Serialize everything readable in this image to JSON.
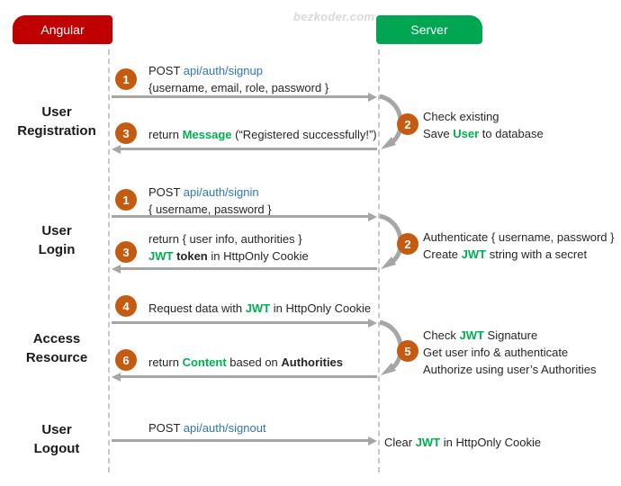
{
  "watermark": "bezkoder.com",
  "actors": {
    "client": "Angular",
    "server": "Server"
  },
  "colors": {
    "client_box": "#C00000",
    "server_box": "#00A651",
    "step_badge": "#C55A11",
    "link_text": "#2E75B6",
    "keyword_green": "#00B050",
    "arrow": "#A6A6A6"
  },
  "sections": [
    {
      "label": {
        "line1": "User",
        "line2": "Registration"
      },
      "request": {
        "step": "1",
        "line1": {
          "pre": "POST ",
          "link": "api/auth/signup"
        },
        "line2": "{username, email, role, password }"
      },
      "server_op": {
        "step": "2",
        "line1": {
          "seg1": "Check existing"
        },
        "line2": {
          "seg1": "Save ",
          "kw": "User",
          "seg2": " to database"
        }
      },
      "response": {
        "step": "3",
        "line1": {
          "seg1": "return ",
          "kw": "Message",
          "seg2": " (“Registered successfully!”)"
        }
      }
    },
    {
      "label": {
        "line1": "User",
        "line2": "Login"
      },
      "request": {
        "step": "1",
        "line1": {
          "pre": "POST ",
          "link": "api/auth/signin"
        },
        "line2": "{ username, password }"
      },
      "server_op": {
        "step": "2",
        "line1": {
          "seg1": "Authenticate { username, password }"
        },
        "line2": {
          "seg1": "Create ",
          "kw": "JWT",
          "seg2": " string with a secret"
        }
      },
      "response": {
        "step": "3",
        "line1": {
          "seg1": "return { user info, authorities }"
        },
        "line2": {
          "kw": "JWT",
          "bold": " token",
          "seg2": " in HttpOnly Cookie"
        }
      }
    },
    {
      "label": {
        "line1": "Access",
        "line2": "Resource"
      },
      "request": {
        "step": "4",
        "line1": {
          "seg1": "Request data with ",
          "kw": "JWT",
          "seg2": " in HttpOnly Cookie"
        }
      },
      "server_op": {
        "step": "5",
        "line1": {
          "seg1": "Check ",
          "kw": "JWT",
          "seg2": " Signature"
        },
        "line2": {
          "seg1": "Get user info & authenticate"
        },
        "line3": {
          "seg1": "Authorize using user’s Authorities"
        }
      },
      "response": {
        "step": "6",
        "line1": {
          "seg1": "return ",
          "kw": "Content",
          "seg2": " based on ",
          "bold": "Authorities"
        }
      }
    },
    {
      "label": {
        "line1": "User",
        "line2": "Logout"
      },
      "request": {
        "line1": {
          "pre": "POST ",
          "link": "api/auth/signout"
        }
      },
      "server_note": {
        "seg1": "Clear ",
        "kw": "JWT",
        "seg2": " in HttpOnly Cookie"
      }
    }
  ]
}
